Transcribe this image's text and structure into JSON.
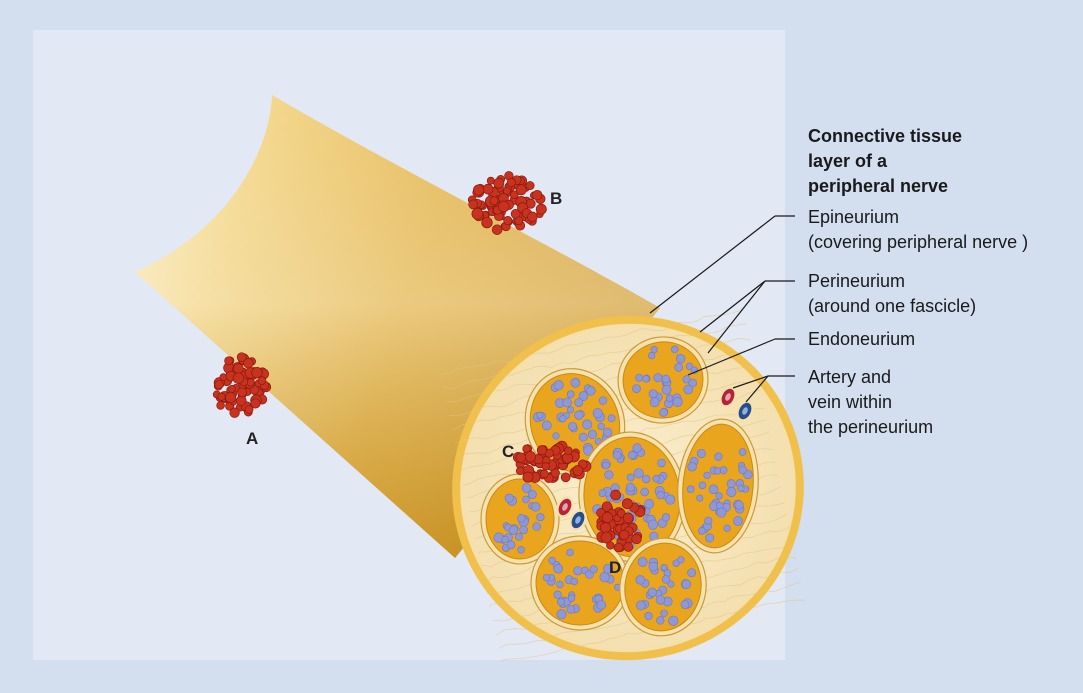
{
  "labels": {
    "title": [
      "Connective tissue",
      "layer of a",
      "peripheral nerve"
    ],
    "epineurium": "Epineurium",
    "epineurium_desc": "(covering peripheral nerve )",
    "perineurium": "Perineurium",
    "perineurium_desc": "(around one fascicle)",
    "endoneurium": "Endoneurium",
    "vessels": [
      "Artery and",
      "vein within",
      "the perineurium"
    ]
  },
  "markers": {
    "a": "A",
    "b": "B",
    "c": "C",
    "d": "D"
  },
  "colors": {
    "background": "#d3deee",
    "panel": "#e3e9f4",
    "nerve_light": "#f6df9c",
    "nerve_mid": "#e2b13f",
    "nerve_dark": "#c9901a",
    "epineurium_ring": "#f0c04a",
    "fascicle_fill": "#e9a51e",
    "axon": "#8f98d6",
    "tumor": "#c8331f",
    "artery": "#b3243a",
    "vein": "#254e8a"
  }
}
